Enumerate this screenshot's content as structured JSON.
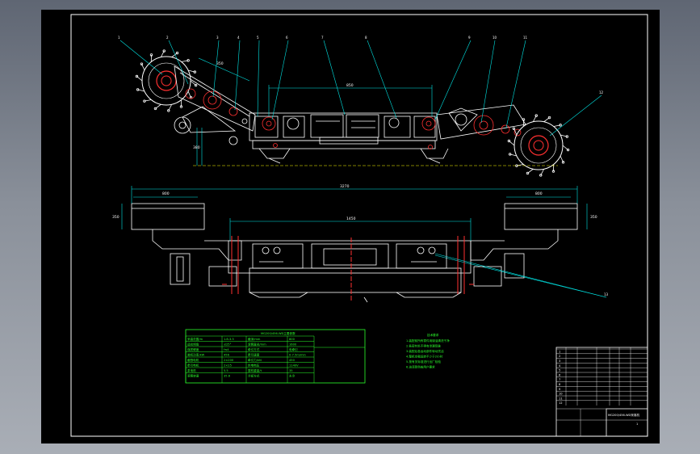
{
  "drawing": {
    "dimensions": {
      "top_span": "850",
      "left_link": "350",
      "height_left": "380",
      "top_width_left": "800",
      "top_width_right": "800",
      "overall": "3270",
      "inner": "1450",
      "height_side_left": "350",
      "height_side_right": "350"
    },
    "balloons": [
      "1",
      "2",
      "3",
      "4",
      "5",
      "6",
      "7",
      "8",
      "9",
      "10",
      "11",
      "12",
      "13"
    ],
    "parameter_table": {
      "title": "MG200/456-WD主要参数",
      "rows": [
        [
          "采高范围/m",
          "1.8-3.5",
          "截深/mm",
          "800"
        ],
        [
          "适应倾角",
          "≤25°",
          "滚筒直径/mm",
          "1600"
        ],
        [
          "煤质硬度",
          "f≤4",
          "牵引方式",
          "电牵引"
        ],
        [
          "装机功率/kW",
          "456",
          "牵引速度",
          "0-7.5m/min"
        ],
        [
          "截割电机",
          "2×200",
          "牵引力/kN",
          "450"
        ],
        [
          "牵引电机",
          "2×25",
          "供电电压",
          "1140V"
        ],
        [
          "泵电机",
          "5.5",
          "整机重量/t",
          "35"
        ],
        [
          "滚筒转速",
          "35.6",
          "冷却方式",
          "水冷"
        ]
      ]
    },
    "tech_notes": {
      "title": "技术要求",
      "lines": [
        "1.装配前所有零件用煤油清洗干净",
        "2.各密封处不得有渗漏现象",
        "3.装配后各运动部件转动灵活",
        "4.整机空载运转不少于2小时",
        "5.按有关标准进行出厂检验",
        "6.油漆颜色按用户要求"
      ]
    },
    "title_block": {
      "drawing_name": "MG200/456-WD采煤机",
      "sheet": "1",
      "rows": [
        "1",
        "2",
        "3",
        "4",
        "5",
        "6",
        "7",
        "8",
        "9",
        "10",
        "11",
        "12"
      ]
    }
  }
}
